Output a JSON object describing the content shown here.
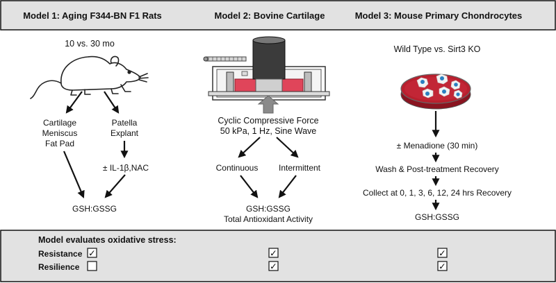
{
  "headers": [
    "Model 1: Aging F344-BN F1 Rats",
    "Model 2: Bovine Cartilage",
    "Model 3: Mouse Primary Chondrocytes"
  ],
  "model1": {
    "age_label": "10 vs. 30 mo",
    "left_branch": [
      "Cartilage",
      "Meniscus",
      "Fat Pad"
    ],
    "right_branch": [
      "Patella",
      "Explant"
    ],
    "treatment": "± IL-1β,NAC",
    "output": "GSH:GSSG"
  },
  "model2": {
    "force_lines": [
      "Cyclic Compressive Force",
      "50 kPa, 1 Hz, Sine Wave"
    ],
    "left_branch": "Continuous",
    "right_branch": "Intermittent",
    "output_lines": [
      "GSH:GSSG",
      "Total Antioxidant Activity"
    ]
  },
  "model3": {
    "genotype_label": "Wild Type vs. Sirt3 KO",
    "steps": [
      "± Menadione (30 min)",
      "Wash & Post-treatment Recovery",
      "Collect at 0, 1, 3, 6, 12, 24 hrs Recovery",
      "GSH:GSSG"
    ]
  },
  "evaluation": {
    "title": "Model evaluates oxidative stress:",
    "rows": [
      {
        "label": "Resistance",
        "checks": [
          true,
          true,
          true
        ]
      },
      {
        "label": "Resilience",
        "checks": [
          false,
          true,
          true
        ]
      }
    ]
  },
  "colors": {
    "header_fill": "#e2e2e2",
    "panel_fill": "#e2e2e2",
    "dish_fill": "#b8202e",
    "cell_fill": "#f2f2f2",
    "nucleus_fill": "#2b7fc1",
    "cartilage_fill": "#e0455a"
  },
  "check_glyph": "✓"
}
